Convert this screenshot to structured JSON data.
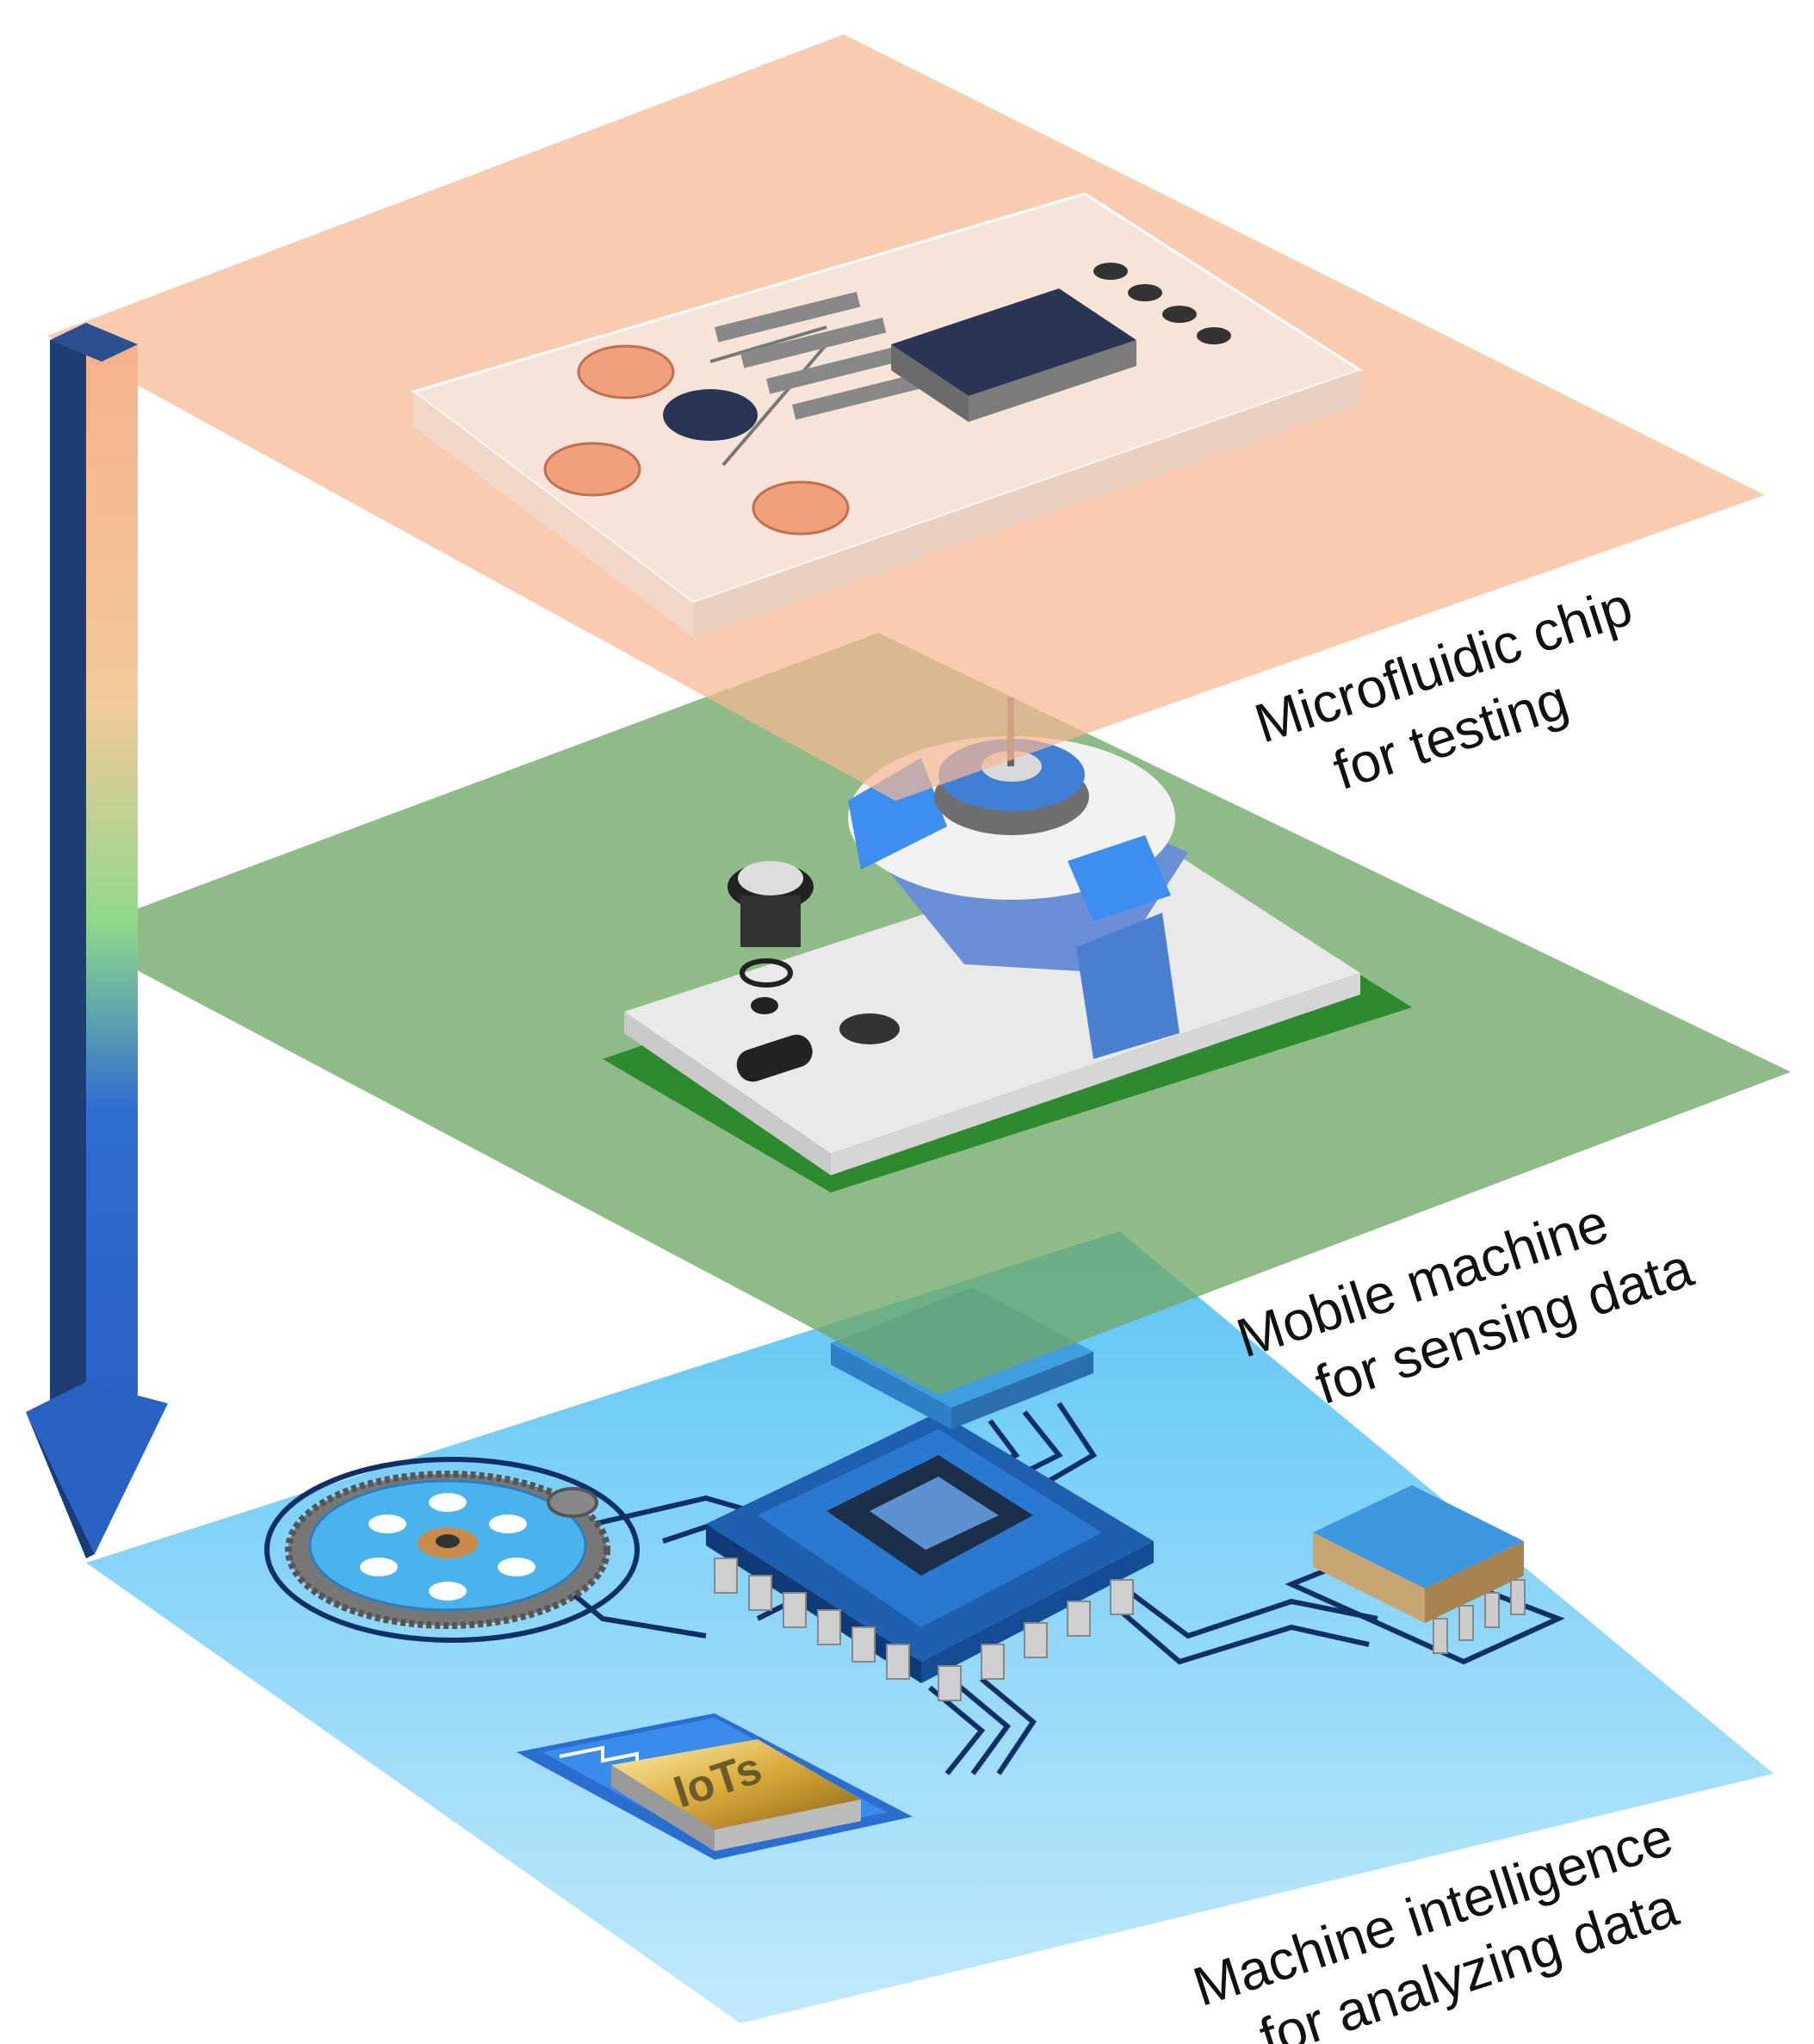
{
  "layers": [
    {
      "id": "testing",
      "label_line1": "Microfluidic chip",
      "label_line2": "for testing",
      "color": "#f7b894"
    },
    {
      "id": "sensing",
      "label_line1": "Mobile machine",
      "label_line2": "for sensing data",
      "color": "#6fa868"
    },
    {
      "id": "analyzing",
      "label_line1": "Machine intelligence",
      "label_line2": "for analyzing data",
      "color": "#5fc4f2"
    }
  ],
  "iot_chip_text": "IoTs",
  "arrow_colors": {
    "top": "#f6b08c",
    "middle": "#8fd98a",
    "bottom": "#2f6fd0"
  }
}
